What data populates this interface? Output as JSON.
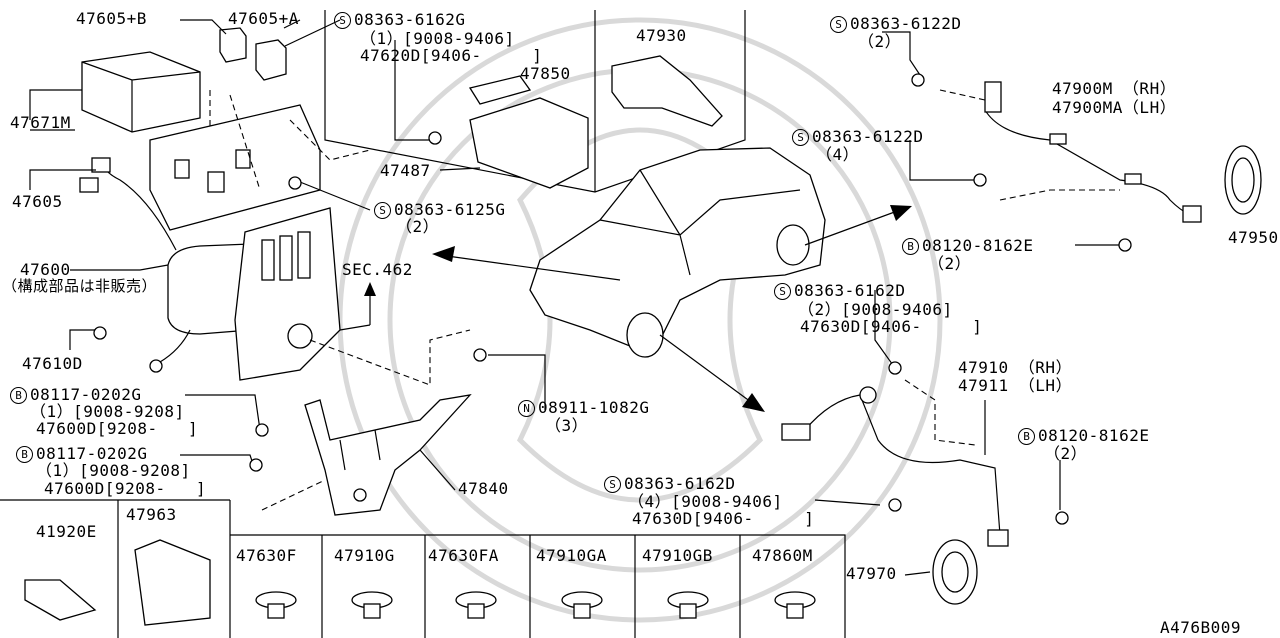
{
  "labels": {
    "p47605b": "47605+B",
    "p47605a": "47605+A",
    "p47671m": "47671M",
    "p47605": "47605",
    "p47600": "47600",
    "p47600_note": "（構成部品は非販売）",
    "p47610d": "47610D",
    "bolt1_code": "08117-0202G",
    "bolt1_qty": "（1）[9008-9208]",
    "bolt1_part": "47600D[9208-   ]",
    "bolt2_code": "08117-0202G",
    "bolt2_qty": "（1）[9008-9208]",
    "bolt2_part": "47600D[9208-   ]",
    "scr_6162g": "08363-6162G",
    "scr_6162g_qty": "（1）[9008-9406]",
    "scr_6162g_part": "47620D[9406-     ]",
    "p47850": "47850",
    "p47487": "47487",
    "p47930": "47930",
    "scr_6125g": "08363-6125G",
    "scr_6125g_qty": "（2）",
    "sec462": "SEC.462",
    "nut_code": "08911-1082G",
    "nut_qty": "（3）",
    "p47840": "47840",
    "scr_6122d_a": "08363-6122D",
    "scr_6122d_a_qty": "（2）",
    "p47900m": "47900M （RH）",
    "p47900ma": "47900MA（LH）",
    "scr_6122d_b": "08363-6122D",
    "scr_6122d_b_qty": "（4）",
    "bolt_8162e_a": "08120-8162E",
    "bolt_8162e_a_qty": "（2）",
    "p47950": "47950",
    "scr_6162d_a": "08363-6162D",
    "scr_6162d_a_qty": "（2）[9008-9406]",
    "scr_6162d_a_part": "47630D[9406-     ]",
    "p47910": "47910 （RH）",
    "p47911": "47911 （LH）",
    "bolt_8162e_b": "08120-8162E",
    "bolt_8162e_b_qty": "（2）",
    "scr_6162d_b": "08363-6162D",
    "scr_6162d_b_qty": "（4）[9008-9406]",
    "scr_6162d_b_part": "47630D[9406-     ]",
    "p47970": "47970",
    "p41920e": "41920E",
    "p47963": "47963",
    "p47630f": "47630F",
    "p47910g": "47910G",
    "p47630fa": "47630FA",
    "p47910ga": "47910GA",
    "p47910gb": "47910GB",
    "p47860m": "47860M",
    "diagram_id": "A476B009"
  },
  "symbols": {
    "screw": "S",
    "bolt": "B",
    "nut": "N"
  },
  "colors": {
    "ink": "#000000",
    "background": "#ffffff",
    "watermark": "#d9d9d9"
  }
}
